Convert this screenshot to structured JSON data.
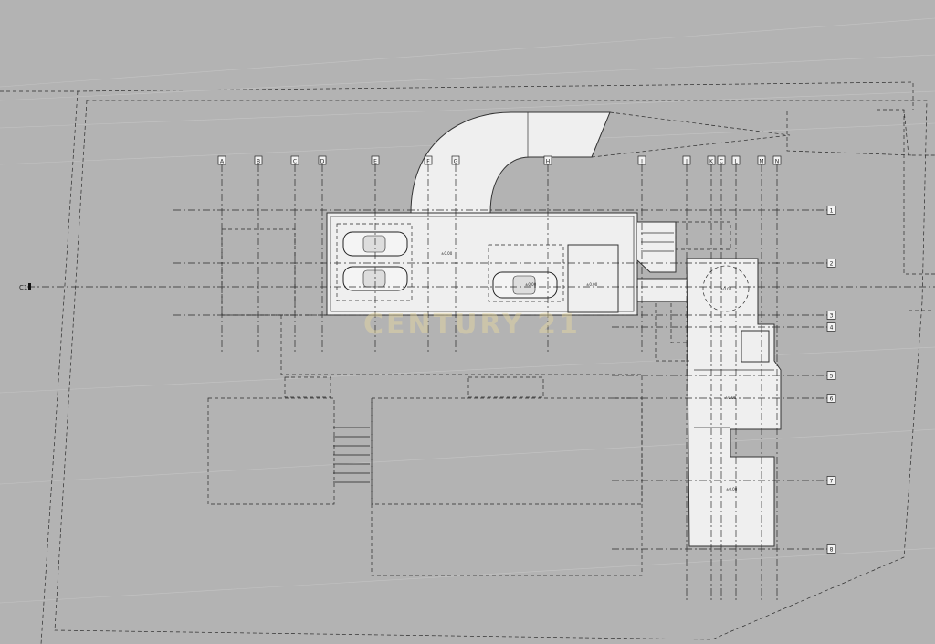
{
  "drawing": {
    "column_axes": [
      "A",
      "B",
      "C",
      "D",
      "E",
      "F",
      "G",
      "H",
      "I",
      "J",
      "K",
      "L",
      "C",
      "M",
      "N"
    ],
    "row_axes": [
      "1",
      "2",
      "3",
      "4",
      "5",
      "6",
      "7",
      "8"
    ],
    "section_marker": "C1",
    "watermark": "CENTURY 21",
    "level_marks": [
      "±0.00",
      "±0.00",
      "±0.00",
      "±0.00",
      "±0.00",
      "±0.00"
    ]
  }
}
